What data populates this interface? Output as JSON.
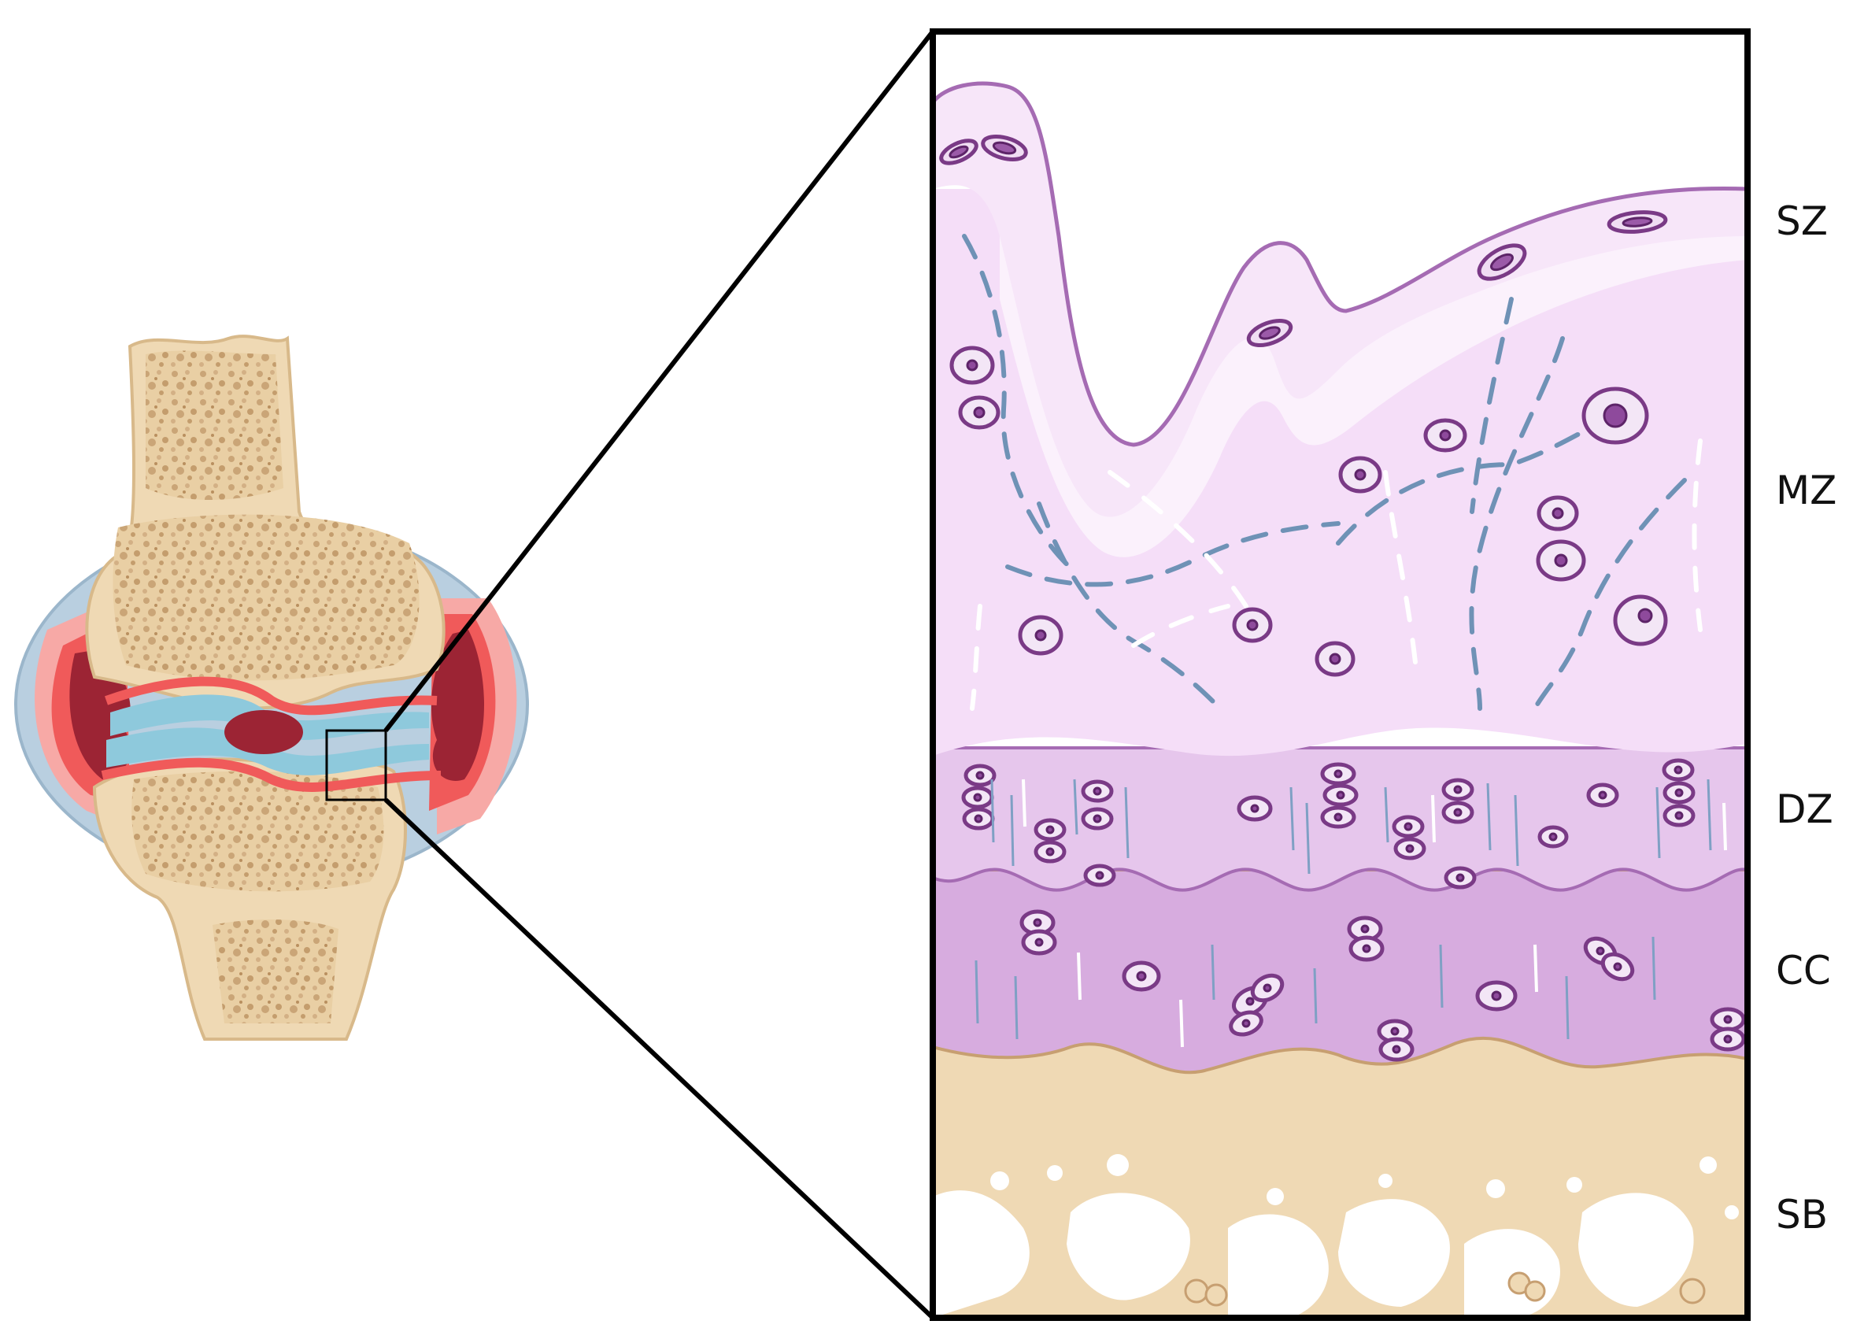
{
  "zones": [
    {
      "id": "sz",
      "label": "SZ"
    },
    {
      "id": "mz",
      "label": "MZ"
    },
    {
      "id": "dz",
      "label": "DZ"
    },
    {
      "id": "cc",
      "label": "CC"
    },
    {
      "id": "sb",
      "label": "SB"
    }
  ],
  "colors": {
    "bone": "#efd9b4",
    "bone_dark": "#c79f71",
    "cartilage_blue": "#8ec9dc",
    "inflamed_red": "#f05a5a",
    "synovium_dark": "#9c2434",
    "capsule": "#b9cfe0",
    "superficial_zone": "#f7e6f9",
    "middle_zone": "#f3dcf6",
    "deep_zone": "#e6c6ec",
    "calcified_cartilage": "#d7acdf",
    "outline": "#000000"
  }
}
